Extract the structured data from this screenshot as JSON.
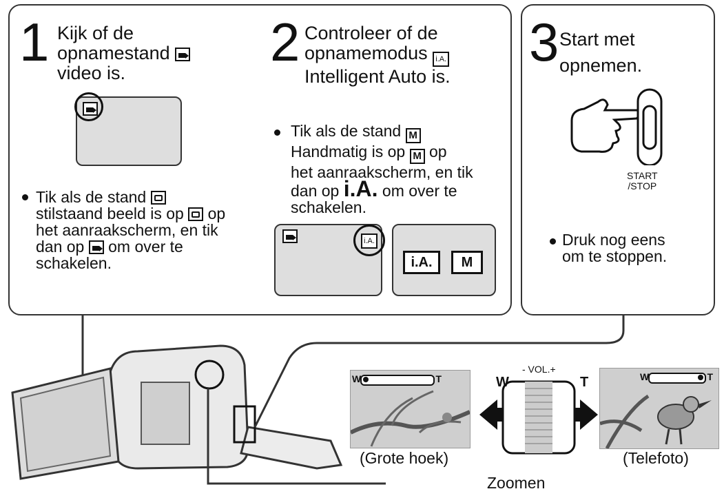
{
  "step1": {
    "number": "1",
    "heading_l1": "Kijk of de",
    "heading_l2": "opnamestand",
    "heading_l3": "video is.",
    "bullet_l1": "Tik als de stand",
    "bullet_l2": "stilstaand beeld is op",
    "bullet_l2b": "op",
    "bullet_l3": "het aanraakscherm, en tik",
    "bullet_l4": "dan op",
    "bullet_l4b": "om over te",
    "bullet_l5": "schakelen."
  },
  "step2": {
    "number": "2",
    "heading_l1": "Controleer of de",
    "heading_l2": "opnamemodus",
    "heading_l3": "Intelligent Auto is.",
    "bullet_l1": "Tik als de stand",
    "bullet_l2": "Handmatig is op",
    "bullet_l2b": "op",
    "bullet_l3": "het aanraakscherm, en tik",
    "bullet_l4": "dan op",
    "bullet_ia_big": "i.A.",
    "bullet_l4b": "om over te",
    "bullet_l5": "schakelen.",
    "button_ia": "i.A.",
    "button_m": "M",
    "icon_ia": "i.A.",
    "icon_m": "M"
  },
  "step3": {
    "number": "3",
    "heading_l1": "Start met",
    "heading_l2": "opnemen.",
    "button_label_l1": "START",
    "button_label_l2": "/STOP",
    "bullet_l1": "Druk nog eens",
    "bullet_l2": "om te stoppen."
  },
  "zoom": {
    "wide_caption": "(Grote hoek)",
    "tele_caption": "(Telefoto)",
    "zoom_label": "Zoomen",
    "w": "W",
    "t": "T",
    "vol": "- VOL.+"
  }
}
